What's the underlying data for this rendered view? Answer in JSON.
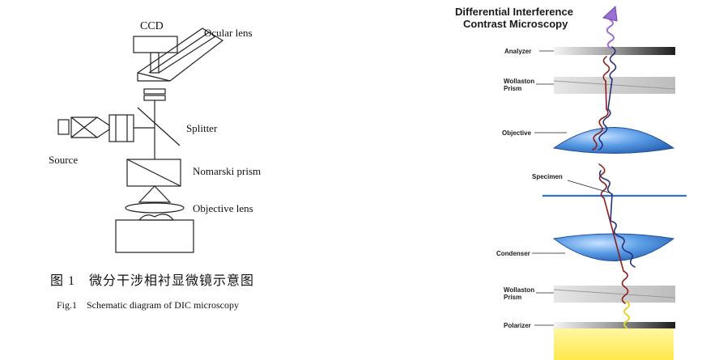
{
  "left_panel": {
    "labels": {
      "ccd": "CCD",
      "ocular": "Ocular lens",
      "splitter": "Splitter",
      "source": "Source",
      "nomarski": "Nomarski prism",
      "objective": "Objective lens"
    },
    "caption_cn": "图 1　微分干涉相衬显微镜示意图",
    "caption_en": "Fig.1　Schematic diagram of DIC microscopy"
  },
  "right_panel": {
    "title_line1": "Differential Interference",
    "title_line2": "Contrast Microscopy",
    "labels": {
      "analyzer": "Analyzer",
      "wollaston1_a": "Wollaston",
      "wollaston1_b": "Prism",
      "objective": "Objective",
      "specimen": "Specimen",
      "condenser": "Condenser",
      "wollaston2_a": "Wollaston",
      "wollaston2_b": "Prism",
      "polarizer": "Polarizer"
    },
    "colors": {
      "lens_blue": "#3a7fd6",
      "specimen_line": "#2f72c9",
      "wave_red": "#8e1b1b",
      "wave_blue": "#26307a",
      "wave_yellow": "#e6d130",
      "arrow_purple": "#9b6fd6",
      "light_yellow": "#fff27a"
    }
  }
}
